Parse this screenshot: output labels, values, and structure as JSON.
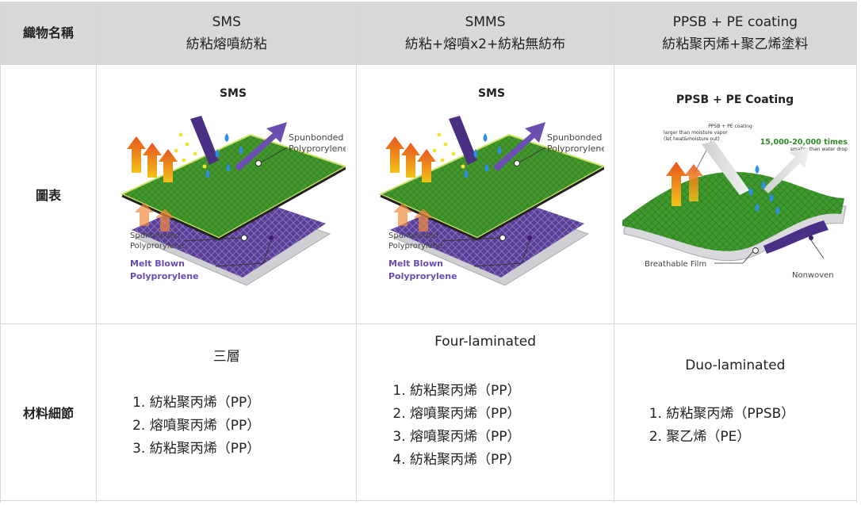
{
  "headers": {
    "label": "織物名稱",
    "cols": [
      {
        "name": "SMS",
        "desc": "紡粘熔噴紡粘"
      },
      {
        "name": "SMMS",
        "desc": "紡粘+熔噴x2+紡粘無紡布"
      },
      {
        "name": "PPSB + PE coating",
        "desc": "紡粘聚丙烯+聚乙烯塗料"
      }
    ]
  },
  "diagram_row": {
    "label": "圖表",
    "figures": [
      {
        "title": "SMS",
        "top_label_1": "Spunbonded",
        "top_label_2": "Polyprorylene",
        "mid_label_1": "Spunbonded",
        "mid_label_2": "Polyprorylene",
        "bot_label_1": "Melt Blown",
        "bot_label_2": "Polyprorylene"
      },
      {
        "title": "SMS",
        "top_label_1": "Spunbonded",
        "top_label_2": "Polyprorylene",
        "mid_label_1": "Spunbonded",
        "mid_label_2": "Polyprorylene",
        "bot_label_1": "Melt Blown",
        "bot_label_2": "Polyprorylene"
      },
      {
        "title": "PPSB + PE Coating",
        "small_1": "PPSB + PE coating",
        "small_2": "larger than moisture vapor",
        "small_3": "(let heat&moisture out)",
        "big_green": "15,000-20,000 times",
        "small_4": "smaller than water drop",
        "film_label": "Breathable Film",
        "nonwoven_label": "Nonwoven"
      }
    ]
  },
  "detail_row": {
    "label": "材料細節",
    "cols": [
      {
        "title": "三層",
        "items": [
          "1. 紡粘聚丙烯（PP）",
          "2. 熔噴聚丙烯（PP）",
          "3. 紡粘聚丙烯（PP）"
        ]
      },
      {
        "title": "Four-laminated",
        "items": [
          "1. 紡粘聚丙烯（PP）",
          "2. 熔噴聚丙烯（PP）",
          "3. 熔噴聚丙烯（PP）",
          "4. 紡粘聚丙烯（PP）"
        ]
      },
      {
        "title": "Duo-laminated",
        "items": [
          "1. 紡粘聚丙烯（PPSB）",
          "2. 聚乙烯（PE）"
        ]
      }
    ]
  }
}
